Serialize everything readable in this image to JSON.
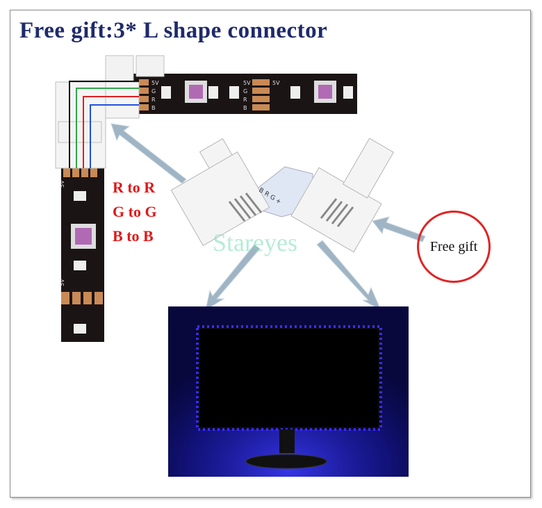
{
  "title": "Free gift:3* L shape connector",
  "wiring": {
    "line1": "R to R",
    "line2": "G to G",
    "line3": "B to B"
  },
  "gift_label": "Free gift",
  "watermark": "Stareyes",
  "strip_pad_labels": [
    "5V",
    "G",
    "R",
    "B"
  ],
  "connector_labels": [
    "B",
    "R",
    "G",
    "+"
  ],
  "colors": {
    "title": "#1f2a6b",
    "red_text": "#e01818",
    "led_blue": "#3a2cff",
    "strip": "#1b1414",
    "arrow": "#9fb4c4"
  }
}
